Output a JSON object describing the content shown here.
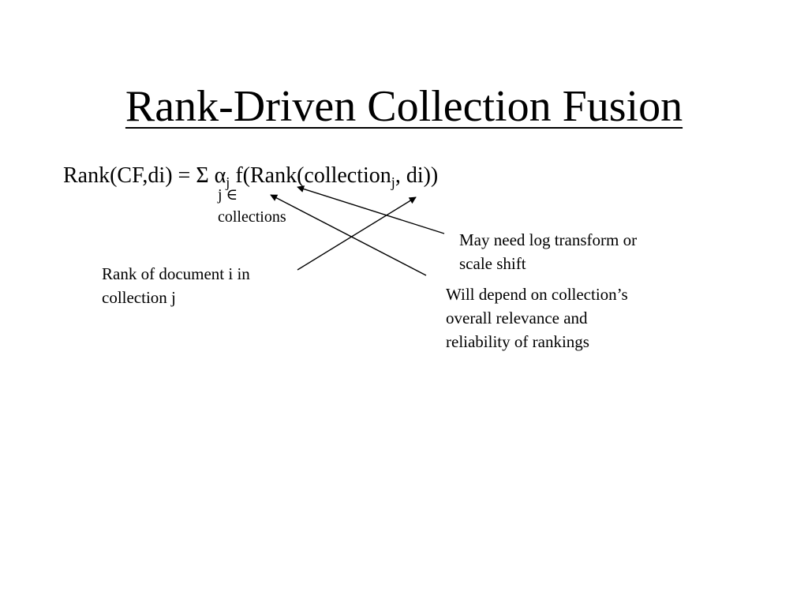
{
  "slide": {
    "title": "Rank-Driven Collection Fusion",
    "formula": {
      "lhs": "Rank(CF,di) = ",
      "sigma": "Σ ",
      "alpha": "α",
      "alpha_sub": "j",
      "func_start": " f(Rank(collection",
      "coll_sub": "j",
      "func_end": ", di))",
      "under_line1": "j ∈",
      "under_line2": "collections"
    },
    "notes": {
      "log_transform": [
        "May need log transform or",
        "scale shift"
      ],
      "rank_of_doc": [
        "Rank of document i in",
        "collection j"
      ],
      "depends": [
        "Will depend on collection’s",
        "overall relevance and",
        "reliability of rankings"
      ]
    }
  }
}
